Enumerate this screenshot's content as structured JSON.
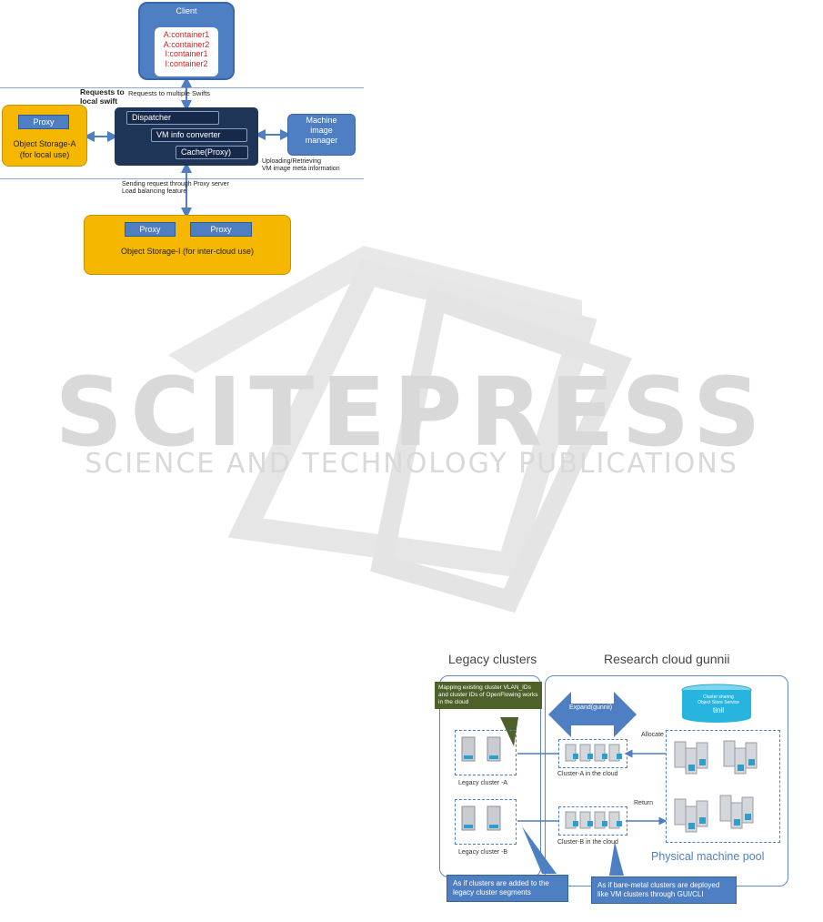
{
  "watermark": {
    "brand": "SCITEPRESS",
    "tagline": "SCIENCE AND TECHNOLOGY PUBLICATIONS"
  },
  "figure1": {
    "client": {
      "title": "Client",
      "containers": [
        "A:container1",
        "A:container2",
        "I:container1",
        "I:container2"
      ]
    },
    "requests_to_local_swift": "Requests to local swift",
    "requests_to_multiple": "Requests to multiple Swifts",
    "object_storage_a": {
      "proxy": "Proxy",
      "line1": "Object Storage-A",
      "line2": "(for local use)"
    },
    "server": {
      "dispatcher": "Dispatcher",
      "vm_info_converter": "VM info converter",
      "cache": "Cache(Proxy)"
    },
    "machine_image_manager": [
      "Machine",
      "image",
      "manager"
    ],
    "uploading_note": [
      "Uploading/Retrieving",
      "VM image meta information"
    ],
    "sending_note": [
      "Sending request through Proxy server",
      "Load balancing feature"
    ],
    "object_storage_i": {
      "proxy1": "Proxy",
      "proxy2": "Proxy",
      "label": "Object Storage-I (for inter-cloud use)"
    }
  },
  "figure2": {
    "legacy_title": "Legacy clusters",
    "research_title": "Research cloud gunnii",
    "mapping_callout": "Mapping existing cluster VLAN_IDs and cluster IDs of OpenFlowing works in the cloud",
    "expand_label": "Expand(gunnii)",
    "storage": {
      "line1": "Cluster sharing",
      "line2": "Object Store Service",
      "line3": "tinil"
    },
    "allocate": "Allocate",
    "return": "Return",
    "legacy_a": "Legacy cluster -A",
    "legacy_b": "Legacy cluster -B",
    "cluster_a_cloud": "Cluster-A in the cloud",
    "cluster_b_cloud": "Cluster-B in the cloud",
    "physical_pool": "Physical machine pool",
    "callout_legacy": "As if clusters are added to the legacy cluster segments",
    "callout_bare_metal": "As if bare-metal clusters are deployed like VM clusters through GUI/CLI"
  }
}
